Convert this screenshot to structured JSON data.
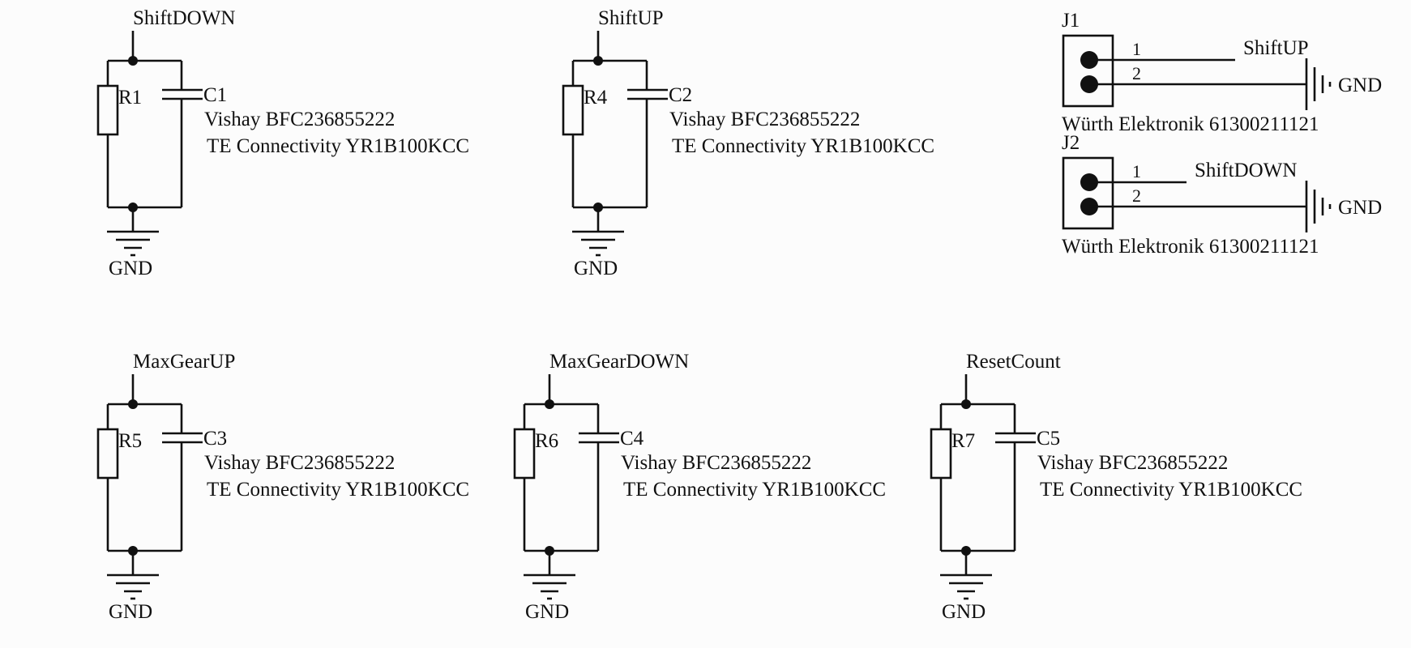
{
  "schematic": {
    "rc_cells": [
      {
        "net": "ShiftDOWN",
        "resistor": "R1",
        "capacitor": "C1",
        "cap_part": "Vishay BFC236855222",
        "res_part": "TE Connectivity YR1B100KCC",
        "ground": "GND"
      },
      {
        "net": "ShiftUP",
        "resistor": "R4",
        "capacitor": "C2",
        "cap_part": "Vishay BFC236855222",
        "res_part": "TE Connectivity YR1B100KCC",
        "ground": "GND"
      },
      {
        "net": "MaxGearUP",
        "resistor": "R5",
        "capacitor": "C3",
        "cap_part": "Vishay BFC236855222",
        "res_part": "TE Connectivity YR1B100KCC",
        "ground": "GND"
      },
      {
        "net": "MaxGearDOWN",
        "resistor": "R6",
        "capacitor": "C4",
        "cap_part": "Vishay BFC236855222",
        "res_part": "TE Connectivity YR1B100KCC",
        "ground": "GND"
      },
      {
        "net": "ResetCount",
        "resistor": "R7",
        "capacitor": "C5",
        "cap_part": "Vishay BFC236855222",
        "res_part": "TE Connectivity YR1B100KCC",
        "ground": "GND"
      }
    ],
    "connectors": [
      {
        "ref": "J1",
        "pin1": "1",
        "pin2": "2",
        "net1": "ShiftUP",
        "net2": "GND",
        "part": "Würth Elektronik 61300211121"
      },
      {
        "ref": "J2",
        "pin1": "1",
        "pin2": "2",
        "net1": "ShiftDOWN",
        "net2": "GND",
        "part": "Würth Elektronik 61300211121"
      }
    ]
  }
}
